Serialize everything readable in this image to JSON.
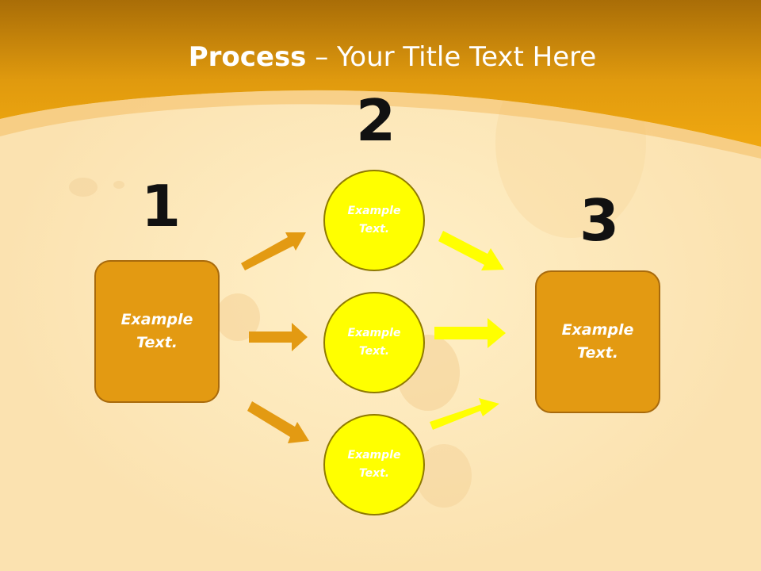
{
  "title": {
    "bold": "Process",
    "rest": " – Your Title Text Here"
  },
  "steps": {
    "one": {
      "number": "1",
      "label": "Example\nText."
    },
    "two": {
      "number": "2",
      "circles": [
        {
          "label": "Example\nText."
        },
        {
          "label": "Example\nText."
        },
        {
          "label": "Example\nText."
        }
      ]
    },
    "three": {
      "number": "3",
      "label": "Example\nText."
    }
  },
  "colors": {
    "orange": "#e39a12",
    "yellow": "#ffff00",
    "banner": "#e9a10f"
  }
}
